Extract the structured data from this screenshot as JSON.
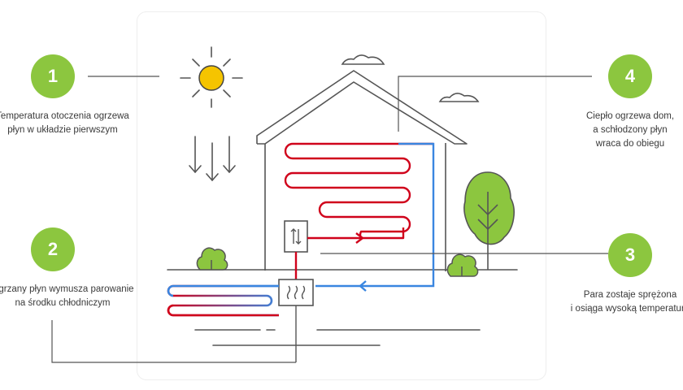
{
  "steps": [
    {
      "number": "1",
      "lines": [
        "Temperatura otoczenia ogrzewa",
        "płyn w układzie pierwszym"
      ]
    },
    {
      "number": "2",
      "lines": [
        "Ogrzany płyn wymusza parowanie",
        "na środku chłodniczym"
      ]
    },
    {
      "number": "3",
      "lines": [
        "Para zostaje sprężona",
        "i osiąga wysoką temperaturę"
      ]
    },
    {
      "number": "4",
      "lines": [
        "Ciepło ogrzewa dom,",
        "a schłodzony płyn",
        "wraca do obiegu"
      ]
    }
  ],
  "icons": [
    "sun-icon",
    "cloud-icon",
    "tree-icon",
    "bush-icon",
    "expansion-valve-icon",
    "heat-exchanger-icon"
  ],
  "colors": {
    "accent": "#8cc63f",
    "hot": "#d0021b",
    "cold": "#3a86e0",
    "sun": "#f5c400",
    "line": "#555555"
  }
}
